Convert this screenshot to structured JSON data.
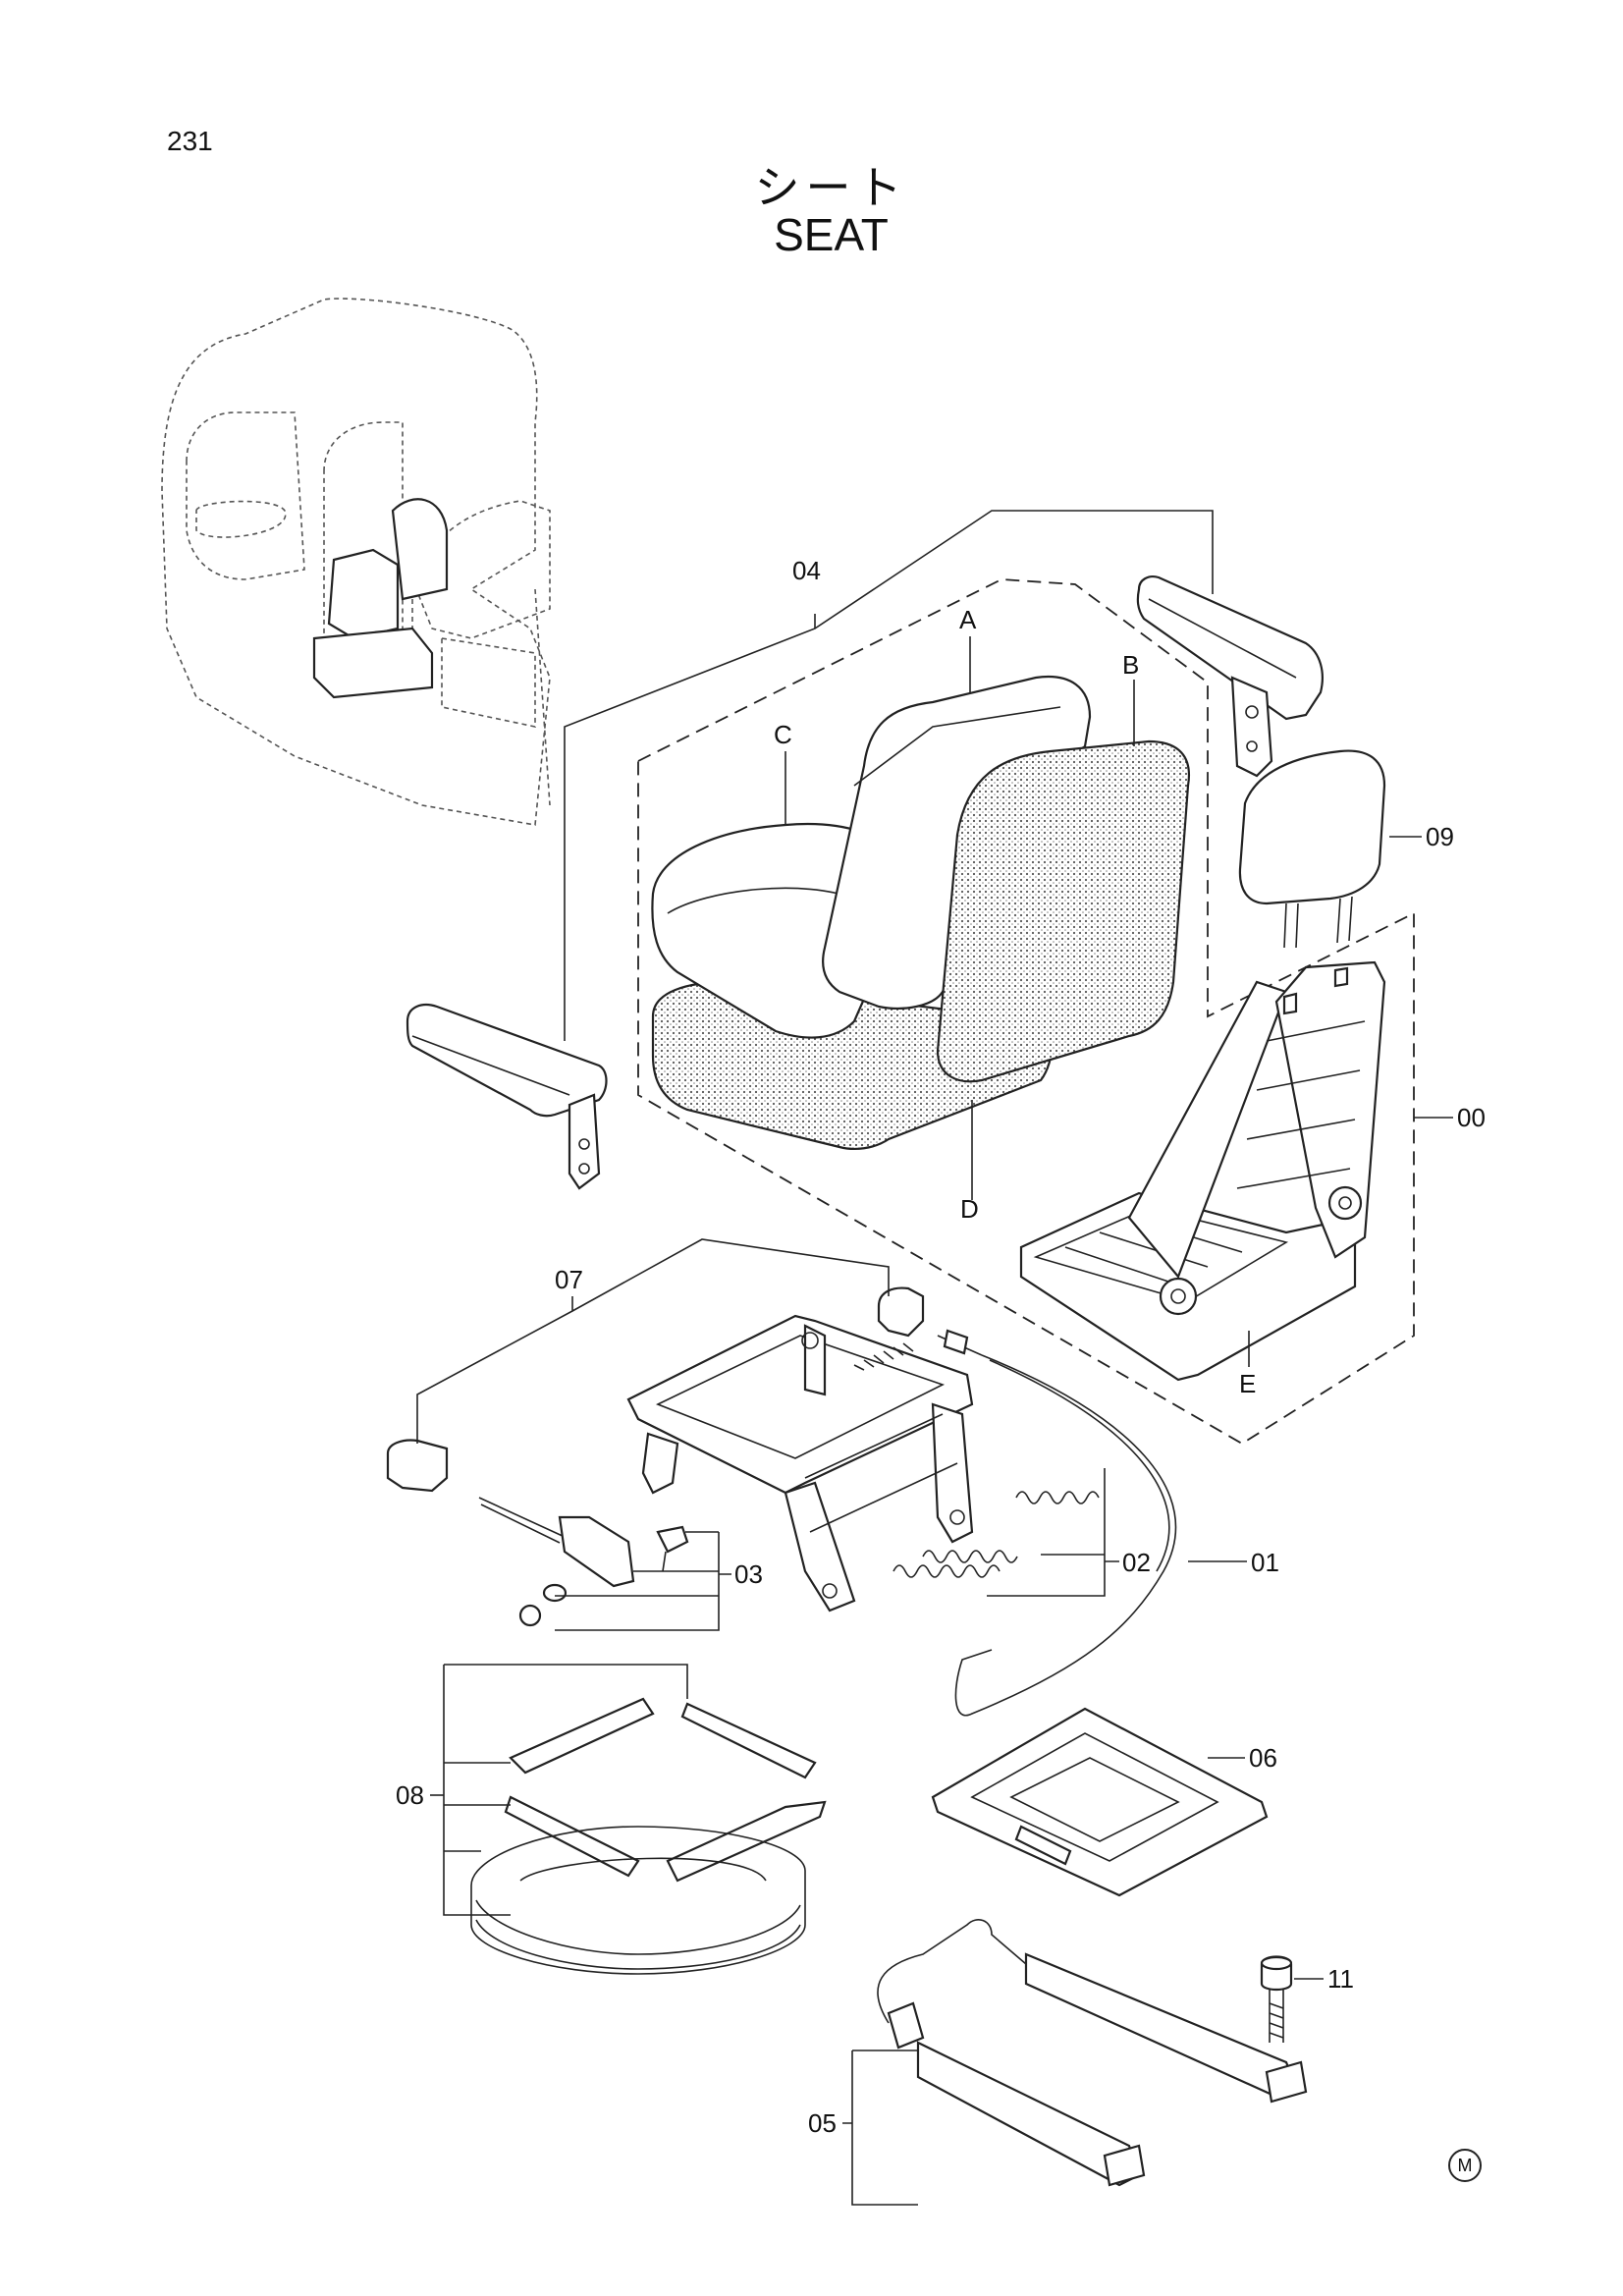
{
  "page": {
    "number": "231",
    "title_jp": "シート",
    "title_en": "SEAT",
    "mark": "M"
  },
  "callouts": {
    "c00": "00",
    "c01": "01",
    "c02": "02",
    "c03": "03",
    "c04": "04",
    "c05": "05",
    "c06": "06",
    "c07": "07",
    "c08": "08",
    "c09": "09",
    "c11": "11",
    "cA": "A",
    "cB": "B",
    "cC": "C",
    "cD": "D",
    "cE": "E"
  }
}
